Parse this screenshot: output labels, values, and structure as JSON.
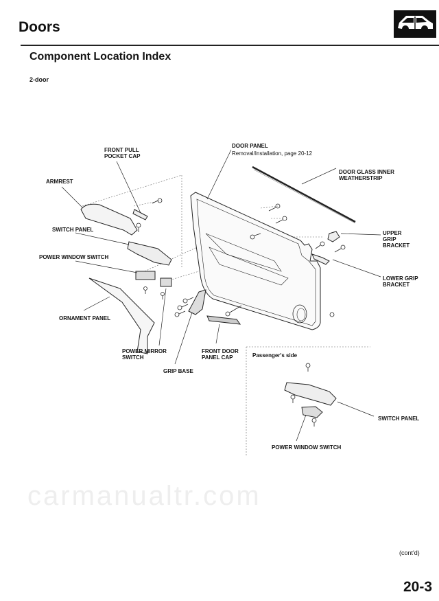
{
  "header": {
    "title": "Doors",
    "icon": "car-sedan-icon"
  },
  "section": {
    "title": "Component Location Index",
    "subtitle": "2-door"
  },
  "watermark": "carmanualtr.com",
  "labels": {
    "front_pull_pocket_cap": "FRONT PULL\nPOCKET CAP",
    "armrest": "ARMREST",
    "switch_panel": "SWITCH PANEL",
    "power_window_switch": "POWER WINDOW SWITCH",
    "ornament_panel": "ORNAMENT PANEL",
    "power_mirror_switch": "POWER MIRROR\nSWITCH",
    "grip_base": "GRIP BASE",
    "front_door_panel_cap": "FRONT DOOR\nPANEL CAP",
    "door_panel": "DOOR PANEL",
    "door_panel_ref": "Removal/Installation, page 20-12",
    "door_glass_inner_weatherstrip": "DOOR GLASS INNER\nWEATHERSTRIP",
    "upper_grip_bracket": "UPPER\nGRIP\nBRACKET",
    "lower_grip_bracket": "LOWER GRIP\nBRACKET"
  },
  "inset": {
    "title": "Passenger's side",
    "switch_panel": "SWITCH PANEL",
    "power_window_switch": "POWER WINDOW SWITCH"
  },
  "footer": {
    "contd": "(cont'd)",
    "page_number": "20-3"
  }
}
